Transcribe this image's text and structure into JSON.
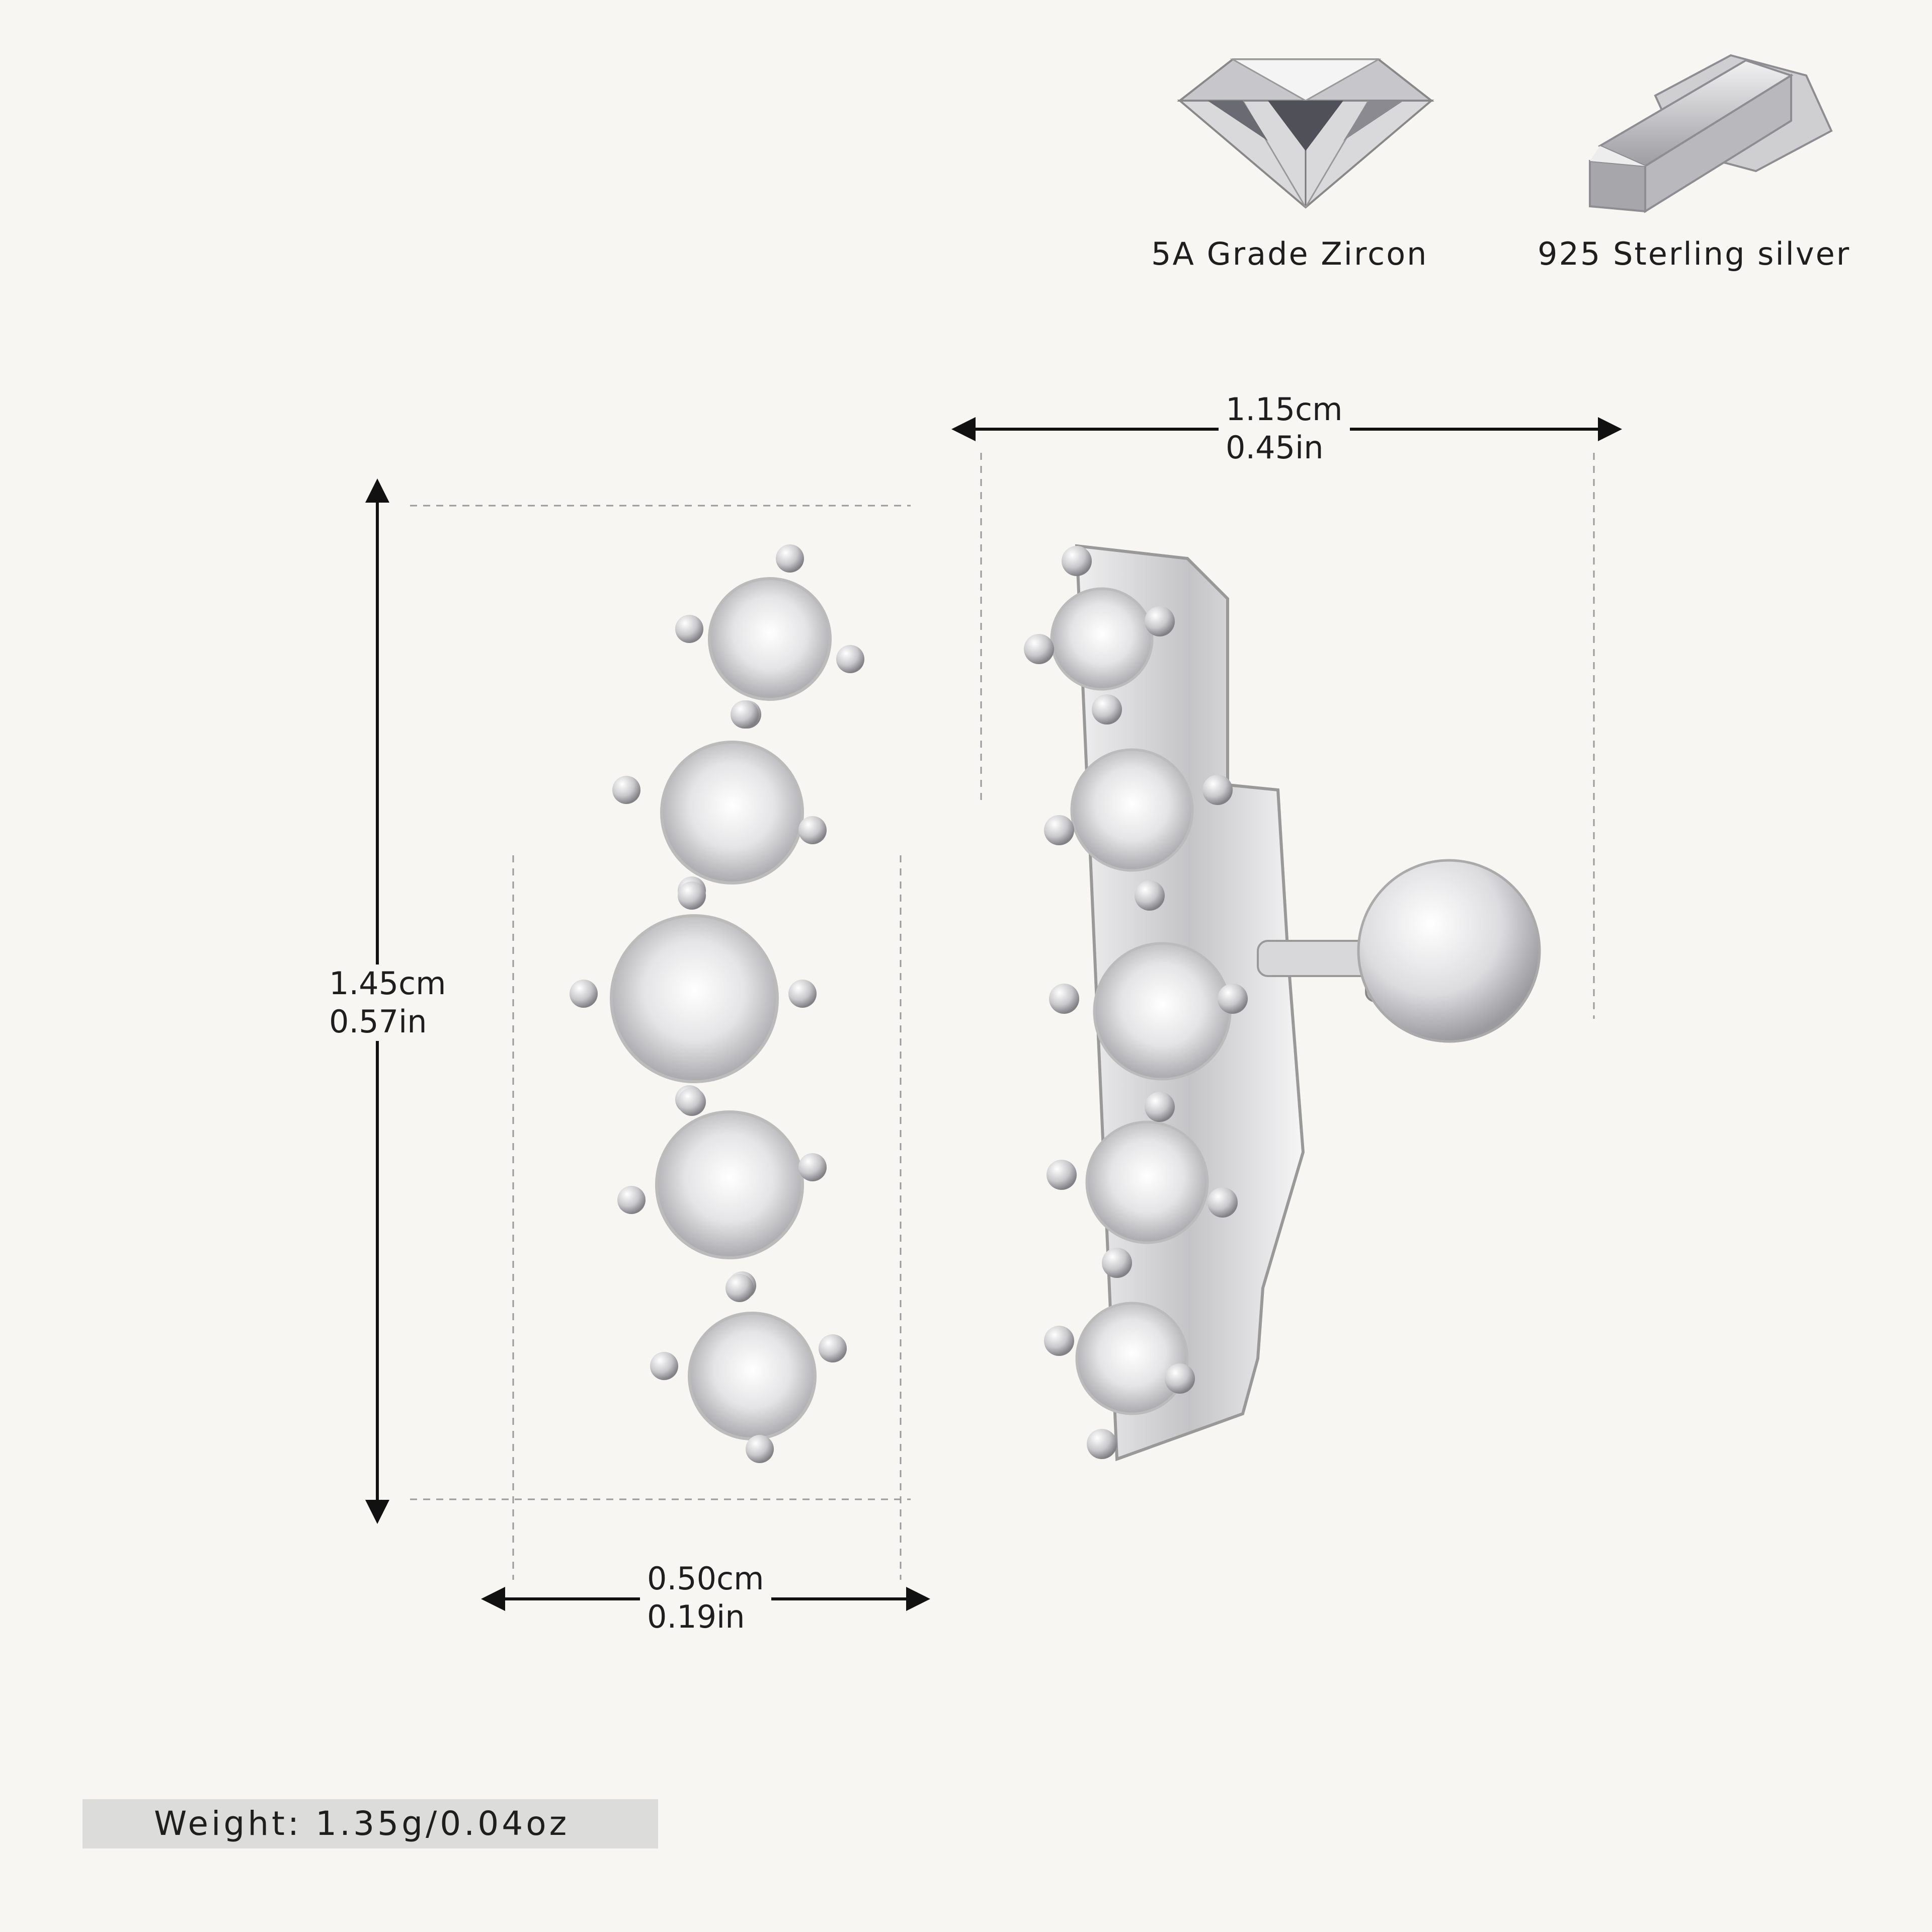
{
  "features": {
    "zircon_label": "5A Grade Zircon",
    "zircon_icon": "diamond-icon",
    "silver_label": "925 Sterling silver",
    "silver_icon": "silver-bars-icon"
  },
  "dimensions": {
    "width_cm": "1.15cm",
    "width_in": "0.45in",
    "height_cm": "1.45cm",
    "height_in": "0.57in",
    "stone_width_cm": "0.50cm",
    "stone_width_in": "0.19in"
  },
  "weight": {
    "label": "Weight:  1.35g/0.04oz"
  },
  "product": {
    "stone_count": 5,
    "views": [
      "front-view",
      "side-view"
    ]
  },
  "colors": {
    "background": "#f8f6f2",
    "silver": "#c9c9cb",
    "weight_bar": "#dcdcdb"
  }
}
